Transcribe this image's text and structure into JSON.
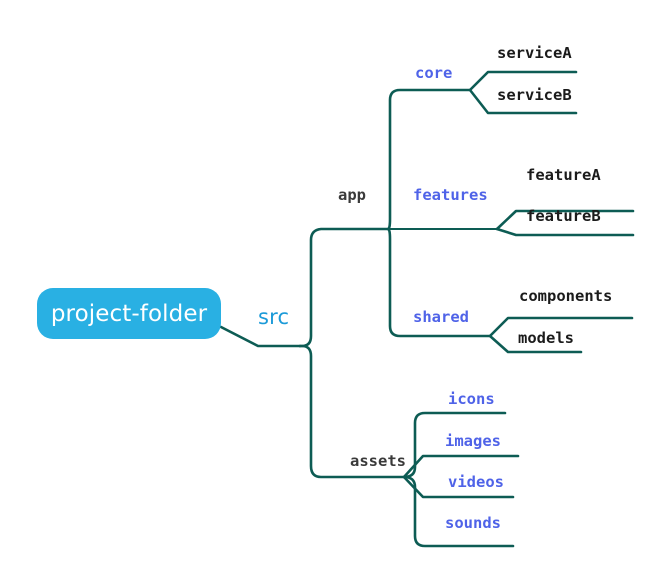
{
  "diagram": {
    "type": "mindmap",
    "title": "project-folder",
    "background_color": "#ffffff",
    "edge_color": "#0d5c54",
    "root": {
      "label": "project-folder",
      "fill_color": "#29b0e3",
      "text_color": "#ffffff"
    },
    "nodes": {
      "src": {
        "label": "src",
        "color": "#1b9ad8"
      },
      "app": {
        "label": "app",
        "color": "#3a3a3a"
      },
      "assets": {
        "label": "assets",
        "color": "#3a3a3a"
      },
      "core": {
        "label": "core",
        "color": "#4f63e8"
      },
      "features": {
        "label": "features",
        "color": "#4f63e8"
      },
      "shared": {
        "label": "shared",
        "color": "#4f63e8"
      },
      "serviceA": {
        "label": "serviceA",
        "color": "#1b1b1b"
      },
      "serviceB": {
        "label": "serviceB",
        "color": "#1b1b1b"
      },
      "featureA": {
        "label": "featureA",
        "color": "#1b1b1b"
      },
      "featureB": {
        "label": "featureB",
        "color": "#1b1b1b"
      },
      "components": {
        "label": "components",
        "color": "#1b1b1b"
      },
      "models": {
        "label": "models",
        "color": "#1b1b1b"
      },
      "icons": {
        "label": "icons",
        "color": "#4f63e8"
      },
      "images": {
        "label": "images",
        "color": "#4f63e8"
      },
      "videos": {
        "label": "videos",
        "color": "#4f63e8"
      },
      "sounds": {
        "label": "sounds",
        "color": "#4f63e8"
      }
    }
  }
}
